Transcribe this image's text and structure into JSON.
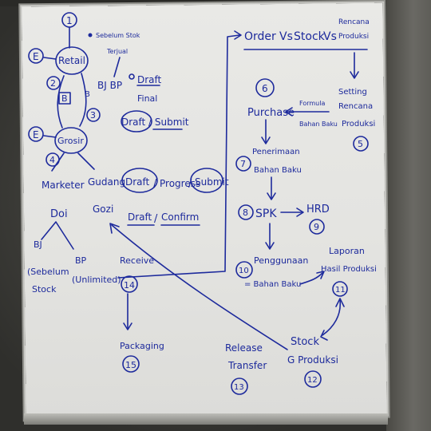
{
  "header": {
    "title_parts": [
      "Order",
      "Vs",
      "Stock",
      "Vs",
      "Rencana",
      "Produksi"
    ]
  },
  "nodes": {
    "n1": {
      "num": "1",
      "label": "Retail"
    },
    "n2": {
      "num": "2",
      "label": "Grosir"
    },
    "n3": {
      "num": "3"
    },
    "n4": {
      "num": "4"
    },
    "n5": {
      "num": "5",
      "label_lines": [
        "Setting",
        "Rencana",
        "Produksi"
      ]
    },
    "n6": {
      "num": "6",
      "label": "Purchase"
    },
    "n7": {
      "num": "7",
      "label_lines": [
        "Penerimaan",
        "Bahan Baku"
      ]
    },
    "n8": {
      "num": "8",
      "label": "SPK"
    },
    "n9": {
      "num": "9",
      "label": "HRD"
    },
    "n10": {
      "num": "10",
      "label_lines": [
        "Penggunaan",
        "= Bahan Baku"
      ]
    },
    "n11": {
      "num": "11",
      "label_lines": [
        "Laporan",
        "Hasil Produksi"
      ]
    },
    "n12": {
      "num": "12",
      "label_lines": [
        "Stock",
        "G Produksi"
      ]
    },
    "n13": {
      "num": "13",
      "label_lines": [
        "Release",
        "Transfer"
      ]
    },
    "n14": {
      "num": "14",
      "label": "Receive"
    },
    "n15": {
      "num": "15",
      "label": "Packaging"
    }
  },
  "notes": {
    "left_top_letter": "E",
    "left_mid_letter": "E",
    "boxed_letter": "B",
    "side_letter": "B",
    "sebelum_stok": [
      "Sebelum Stok",
      "Terjual"
    ],
    "bj_bp": "BJ  BP",
    "draft_final": [
      "Draft",
      "Final"
    ],
    "draft_submit": "Draft / Submit",
    "formula": [
      "Formula",
      "Bahan Baku"
    ],
    "marketer": "Marketer",
    "gudang": "Gudang",
    "doi": "Doi",
    "gozi": "Gozi",
    "bj": "BJ",
    "sebelum_stock": [
      "(Sebelum",
      "Stock"
    ],
    "bp": "BP",
    "unlimited": "(Unlimited)",
    "progress_row": [
      "Draft",
      "Progress",
      "Submit"
    ],
    "confirm_row": [
      "Draft",
      "Confirm"
    ]
  },
  "colors": {
    "ink": "#1d2a9c",
    "board": "#e6e6e3"
  }
}
